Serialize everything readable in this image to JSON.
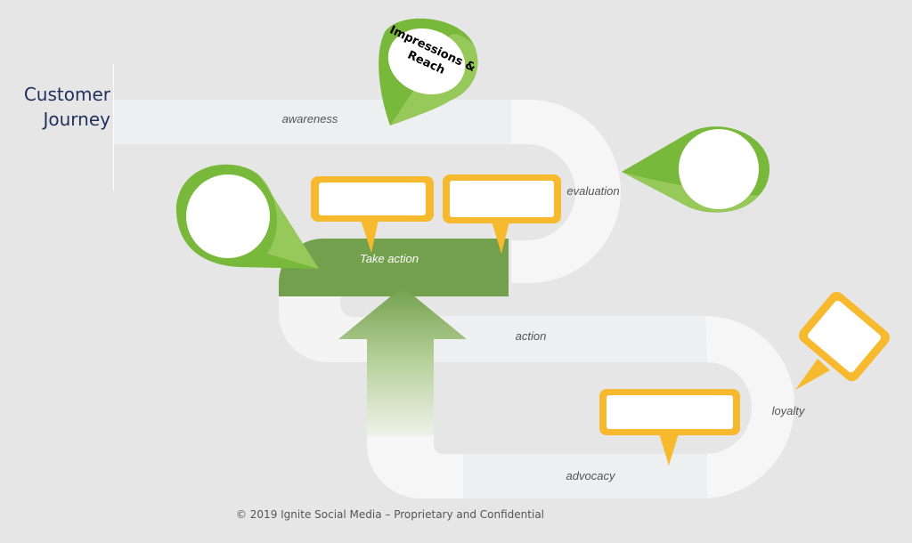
{
  "title": {
    "line1": "Customer",
    "line2": "Journey"
  },
  "stages": {
    "awareness": "awareness",
    "evaluation": "evaluation",
    "take_action": "Take action",
    "action": "action",
    "loyalty": "loyalty",
    "advocacy": "advocacy"
  },
  "pin_label": {
    "line1": "Impressions &",
    "line2": "Reach"
  },
  "footer": "© 2019 Ignite Social Media – Proprietary and Confidential",
  "colors": {
    "background": "#e6e6e6",
    "path_light": "#eeeff0",
    "path_white": "#f6f6f6",
    "take_action_green": "#72a04c",
    "pin_green": "#78b83a",
    "pin_green_light": "#96c85a",
    "callout_orange": "#f7b92d",
    "title_navy": "#22305c"
  }
}
